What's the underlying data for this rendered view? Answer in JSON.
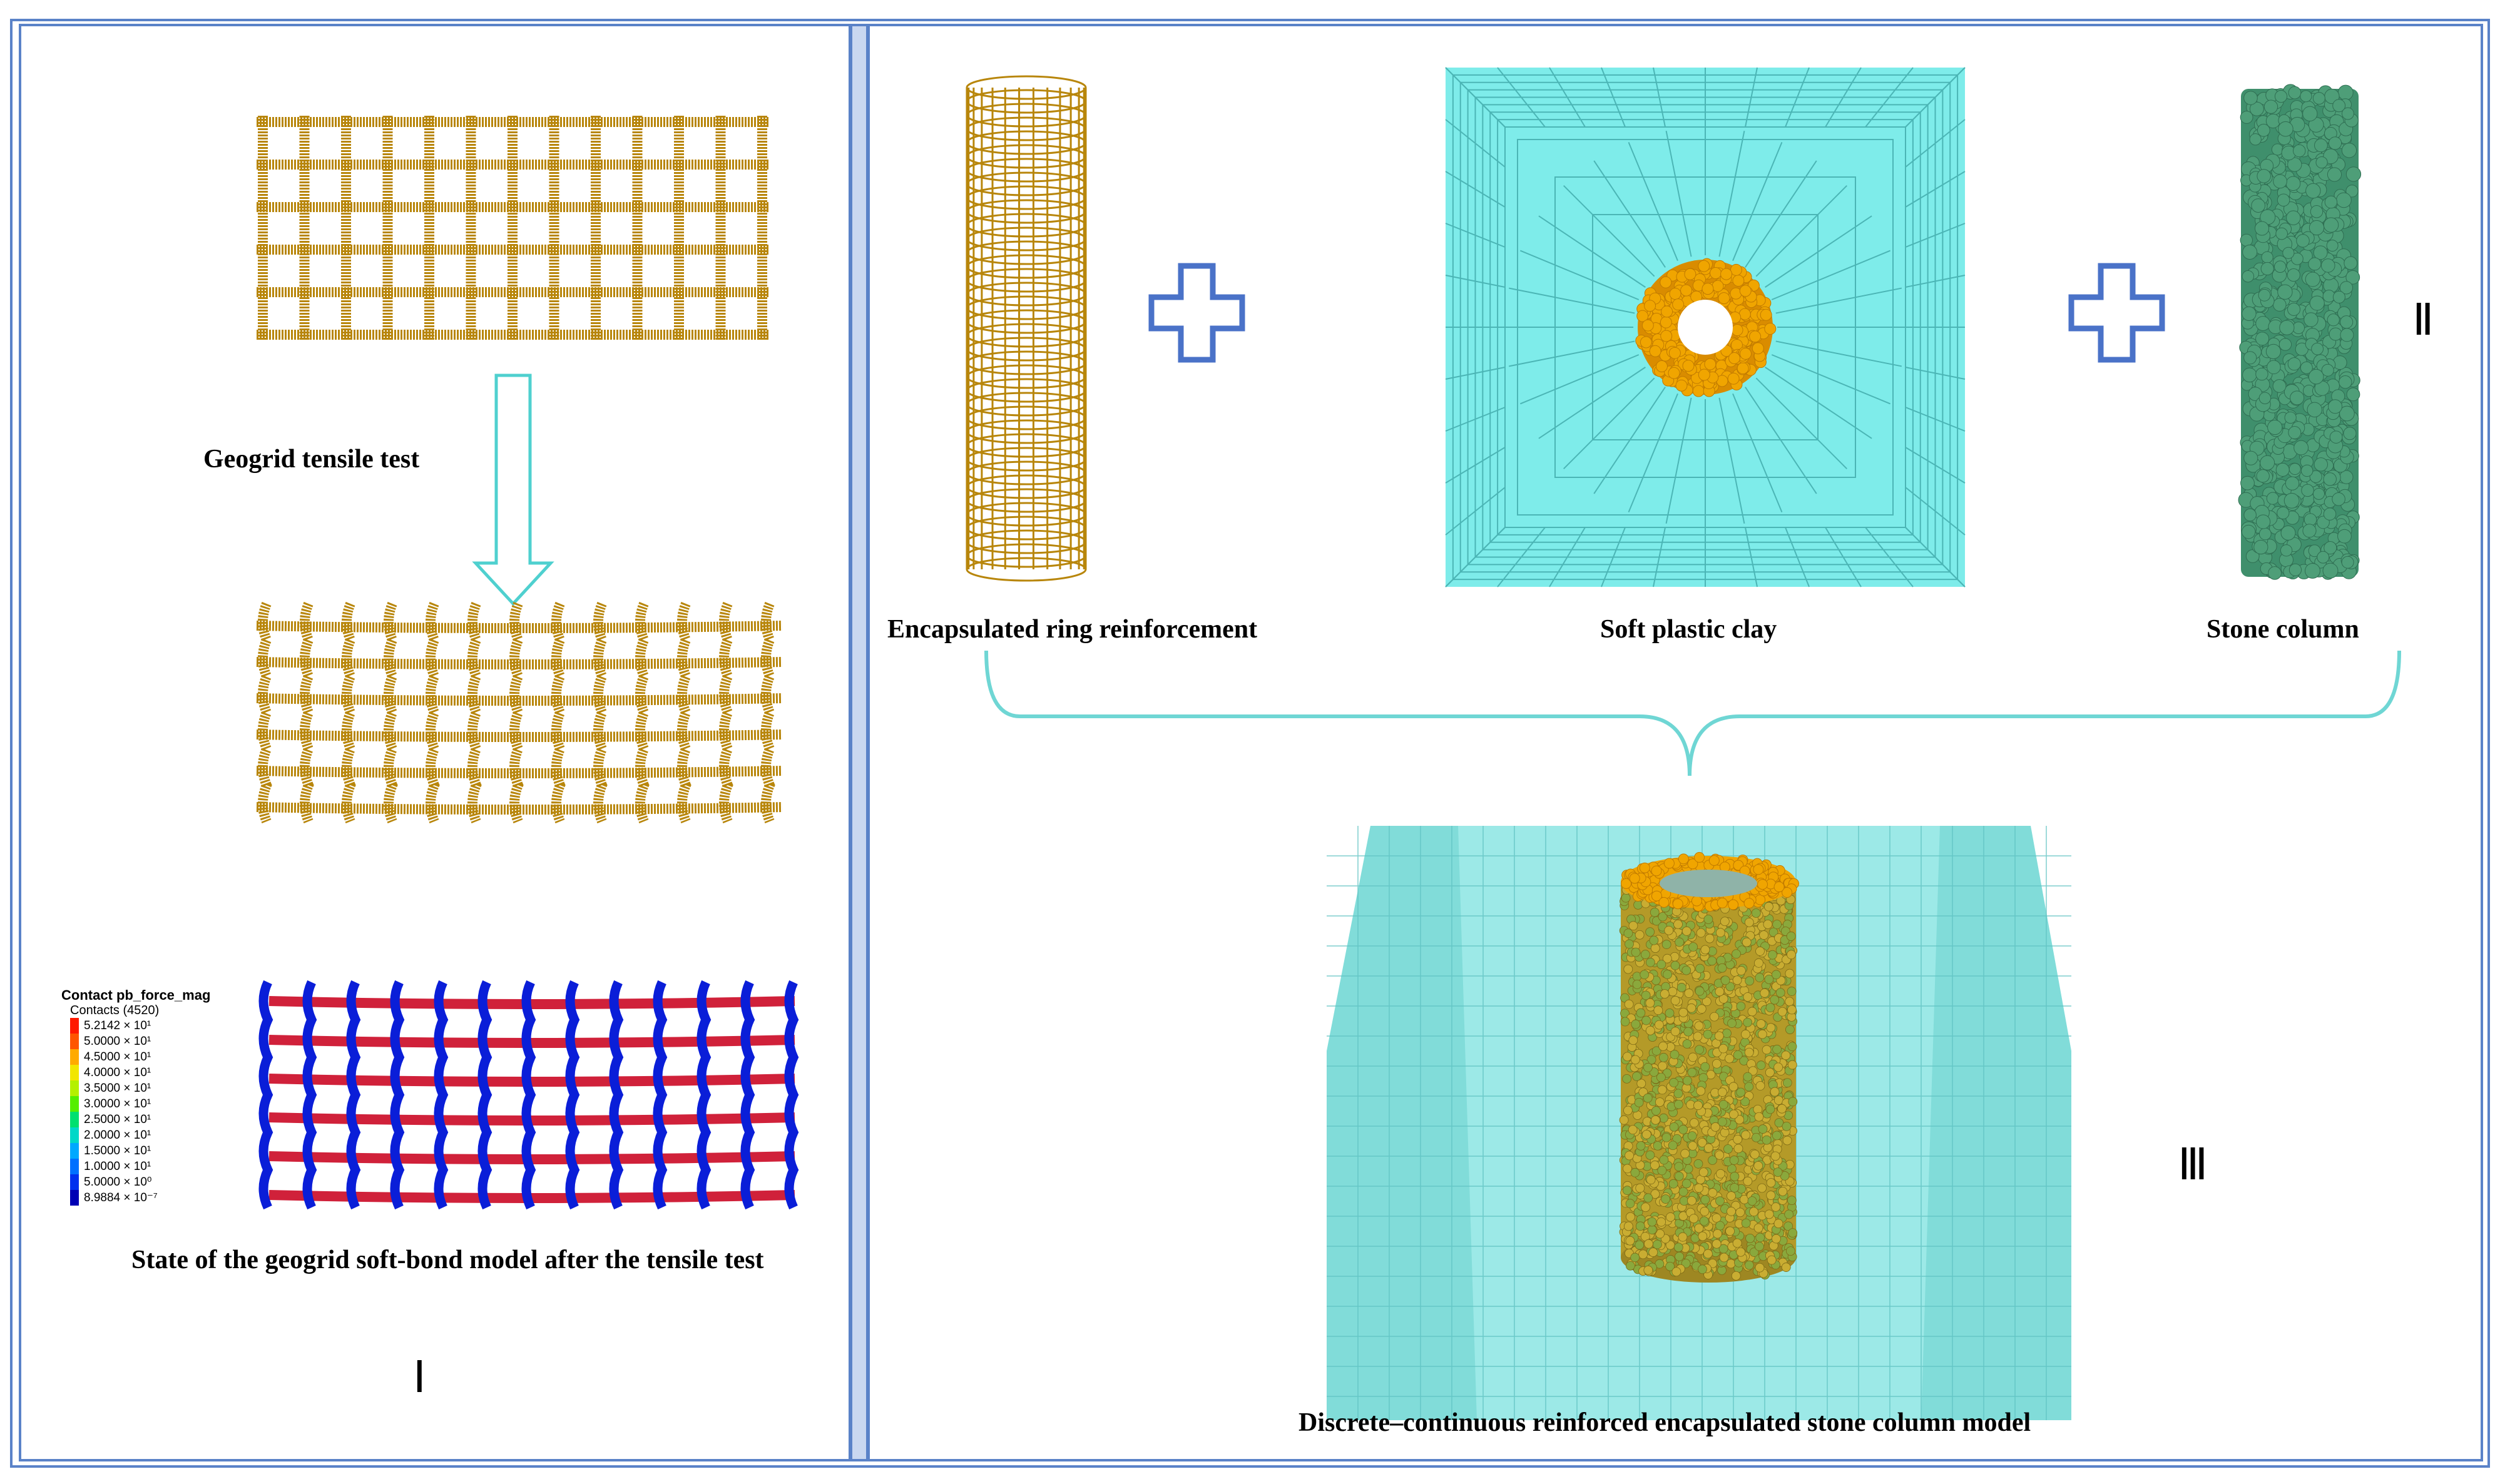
{
  "panel1": {
    "label_tensile_test": "Geogrid tensile test",
    "label_state": "State of the geogrid soft-bond model after the tensile test",
    "roman": "Ⅰ",
    "legend": {
      "title": "Contact pb_force_mag",
      "subtitle": "Contacts (4520)",
      "entries": [
        {
          "label": "5.2142 × 10¹",
          "color": "#ff1a00"
        },
        {
          "label": "5.0000 × 10¹",
          "color": "#ff5500"
        },
        {
          "label": "4.5000 × 10¹",
          "color": "#ffaa00"
        },
        {
          "label": "4.0000 × 10¹",
          "color": "#f2e600"
        },
        {
          "label": "3.5000 × 10¹",
          "color": "#b4f000"
        },
        {
          "label": "3.0000 × 10¹",
          "color": "#55ee00"
        },
        {
          "label": "2.5000 × 10¹",
          "color": "#00e070"
        },
        {
          "label": "2.0000 × 10¹",
          "color": "#00d8c8"
        },
        {
          "label": "1.5000 × 10¹",
          "color": "#00a8ff"
        },
        {
          "label": "1.0000 × 10¹",
          "color": "#0070ff"
        },
        {
          "label": "5.0000 × 10⁰",
          "color": "#0030ee"
        },
        {
          "label": "8.9884 × 10⁻⁷",
          "color": "#0000b4"
        }
      ]
    }
  },
  "panel2": {
    "label_ring": "Encapsulated ring reinforcement",
    "label_clay": "Soft plastic clay",
    "label_stone": "Stone column",
    "roman": "Ⅱ"
  },
  "panel3": {
    "label_model": "Discrete–continuous reinforced encapsulated stone column model",
    "roman": "Ⅲ"
  },
  "colors": {
    "frame": "#5a82c8",
    "geogrid": "#b8860b",
    "clay": "#7eecea",
    "clay_line": "#4bb5b5",
    "ring_particle": "#f0a500",
    "stone_particle": "#4e9e78",
    "bond_tension": "#d0213a",
    "bond_low": "#0a1ed8"
  }
}
